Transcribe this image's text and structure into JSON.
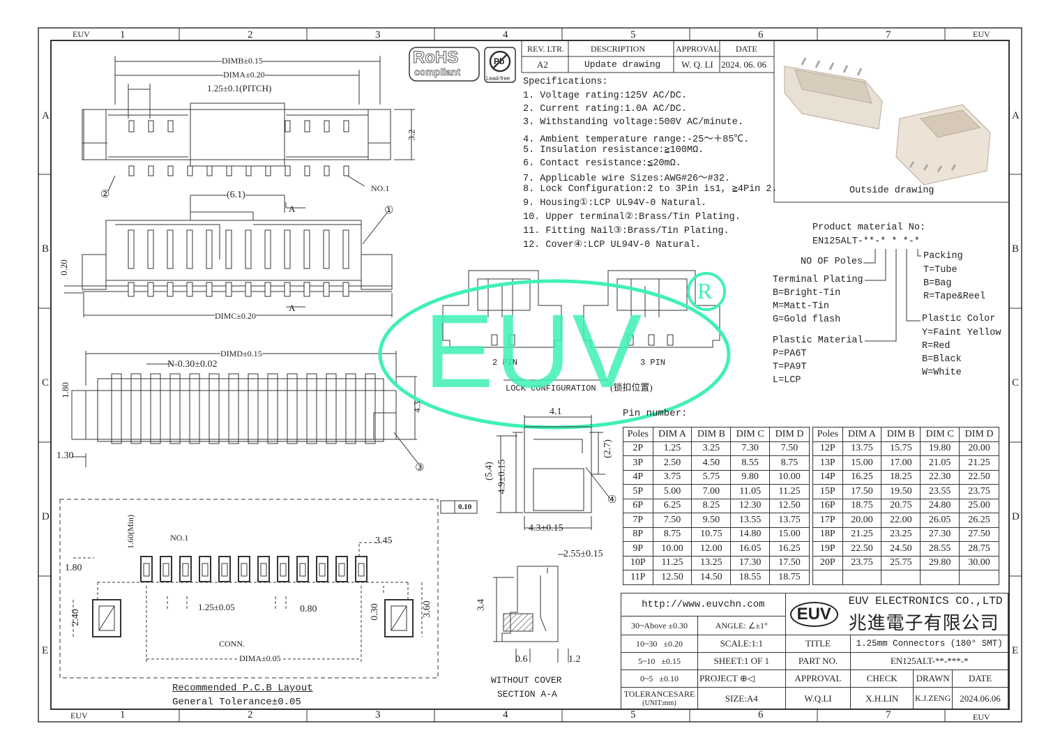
{
  "frame": {
    "brand_corner": "EUV",
    "columns": [
      "1",
      "2",
      "3",
      "4",
      "5",
      "6",
      "7"
    ],
    "rows": [
      "A",
      "B",
      "C",
      "D",
      "E"
    ]
  },
  "badges": {
    "rohs_top": "RoHS",
    "rohs_bottom": "compliant",
    "pb": "Pb",
    "pb_caption": "Lead-free"
  },
  "revision": {
    "headers": [
      "REV. LTR.",
      "DESCRIPTION",
      "APPROVAL",
      "DATE"
    ],
    "row": [
      "A2",
      "Update drawing",
      "W. Q. LI",
      "2024. 06. 06"
    ]
  },
  "specifications": {
    "title": "Specifications:",
    "items": [
      "1. Voltage rating:125V AC/DC.",
      "2. Current rating:1.0A AC/DC.",
      "3. Withstanding voltage:500V AC/minute.",
      "4. Ambient temperature range:-25～＋85℃.",
      "5. Insulation resistance:≧100MΩ.",
      "6. Contact resistance:≦20mΩ.",
      "7. Applicable wire Sizes:AWG#26～#32.",
      "8. Lock Configuration:2 to 3Pin is1, ≧4Pin 2.",
      "9. Housing①:LCP UL94V-0 Natural.",
      "10. Upper terminal②:Brass/Tin Plating.",
      "11. Fitting Nail③:Brass/Tin Plating.",
      "12. Cover④:LCP UL94V-0 Natural."
    ]
  },
  "outside_drawing": {
    "caption": "Outside drawing"
  },
  "product_material": {
    "title": "Product material No:",
    "code": "EN125ALT-**-* * *-*",
    "poles": "NO OF Poles",
    "terminal_plating": {
      "title": "Terminal Plating",
      "options": [
        "B=Bright-Tin",
        "M=Matt-Tin",
        "G=Gold flash"
      ]
    },
    "plastic_material": {
      "title": "Plastic Material",
      "options": [
        "P=PA6T",
        "T=PA9T",
        "L=LCP"
      ]
    },
    "packing": {
      "title": "Packing",
      "options": [
        "T=Tube",
        "B=Bag",
        "R=Tape&Reel"
      ]
    },
    "plastic_color": {
      "title": "Plastic Color",
      "options": [
        "Y=Faint Yellow",
        "R=Red",
        "B=Black",
        "W=White"
      ]
    }
  },
  "dimensions": {
    "dimb": "DIMB±0.15",
    "dima": "DIMA±0.20",
    "pitch": "1.25±0.1(PITCH)",
    "h32": "3.2",
    "no1": "NO.1",
    "c2": "②",
    "w61": "(6.1)",
    "c1": "①",
    "a_top": "A",
    "a_bottom": "A",
    "h020": "0.20",
    "dimc": "DIMC±0.20",
    "dimd": "DIMD±0.15",
    "n030": "N-0.30±0.02",
    "h180": "1.80",
    "h43": "4.3",
    "w130": "1.30",
    "c3": "③",
    "w41": "4.1",
    "h54": "(5.4)",
    "h49": "4.9±0.15",
    "h27": "(2.7)",
    "c4": "④",
    "flat": "0.10",
    "w43": "4.3±0.15",
    "w255": "2.55±0.15",
    "h34": "3.4",
    "w06": "0.6",
    "w12": "1.2",
    "pcb_no1": "NO.1",
    "pcb_160": "1.60(Min)",
    "pcb_345": "3.45",
    "pcb_180": "1.80",
    "pcb_240": "2.40",
    "pcb_125": "1.25±0.05",
    "pcb_080": "0.80",
    "pcb_030": "0.30",
    "pcb_360": "3.60",
    "pcb_conn": "CONN.",
    "pcb_dima": "DIMA±0.05"
  },
  "lock": {
    "pin2": "2 PIN",
    "pin3": "3 PIN",
    "caption": "LOCK CONFIGURATION",
    "caption_cn": "(锁扣位置)"
  },
  "watermark": {
    "text": "EUV",
    "reg": "R",
    "color": "#3ff0b8"
  },
  "section": {
    "line1": "WITHOUT COVER",
    "line2": "SECTION A-A"
  },
  "pcb": {
    "title": "Recommended P.C.B Layout",
    "tolerance": "General Tolerance±0.05"
  },
  "pin_table": {
    "title": "Pin number:",
    "headers": [
      "Poles",
      "DIM A",
      "DIM B",
      "DIM C",
      "DIM D"
    ],
    "left": [
      [
        "2P",
        "1.25",
        "3.25",
        "7.30",
        "7.50"
      ],
      [
        "3P",
        "2.50",
        "4.50",
        "8.55",
        "8.75"
      ],
      [
        "4P",
        "3.75",
        "5.75",
        "9.80",
        "10.00"
      ],
      [
        "5P",
        "5.00",
        "7.00",
        "11.05",
        "11.25"
      ],
      [
        "6P",
        "6.25",
        "8.25",
        "12.30",
        "12.50"
      ],
      [
        "7P",
        "7.50",
        "9.50",
        "13.55",
        "13.75"
      ],
      [
        "8P",
        "8.75",
        "10.75",
        "14.80",
        "15.00"
      ],
      [
        "9P",
        "10.00",
        "12.00",
        "16.05",
        "16.25"
      ],
      [
        "10P",
        "11.25",
        "13.25",
        "17.30",
        "17.50"
      ],
      [
        "11P",
        "12.50",
        "14.50",
        "18.55",
        "18.75"
      ]
    ],
    "right": [
      [
        "12P",
        "13.75",
        "15.75",
        "19.80",
        "20.00"
      ],
      [
        "13P",
        "15.00",
        "17.00",
        "21.05",
        "21.25"
      ],
      [
        "14P",
        "16.25",
        "18.25",
        "22.30",
        "22.50"
      ],
      [
        "15P",
        "17.50",
        "19.50",
        "23.55",
        "23.75"
      ],
      [
        "16P",
        "18.75",
        "20.75",
        "24.80",
        "25.00"
      ],
      [
        "17P",
        "20.00",
        "22.00",
        "26.05",
        "26.25"
      ],
      [
        "18P",
        "21.25",
        "23.25",
        "27.30",
        "27.50"
      ],
      [
        "19P",
        "22.50",
        "24.50",
        "28.55",
        "28.75"
      ],
      [
        "20P",
        "23.75",
        "25.75",
        "29.80",
        "30.00"
      ]
    ]
  },
  "title_block": {
    "url": "http://www.euvchn.com",
    "logo": "EUV",
    "company_en": "EUV ELECTRONICS CO.,LTD",
    "company_cn": "兆進電子有限公司",
    "tol_30": "30~Above ±0.30",
    "tol_10": "10~30   ±0.20",
    "tol_5": "5~10   ±0.15",
    "tol_0": "0~5   ±0.10",
    "tolerances": "TOLERANCESARE",
    "unit": "(UNIT:mm)",
    "angle": "ANGLE: ∠±1°",
    "scale": "SCALE:1:1",
    "sheet": "SHEET:1 OF 1",
    "project": "PROJECT",
    "size": "SIZE:A4",
    "title_label": "TITLE",
    "title_value": "1.25mm Connectors (180° SMT)",
    "part_label": "PART NO.",
    "part_value": "EN125ALT-**-***-*",
    "approval": "APPROVAL",
    "check": "CHECK",
    "drawn": "DRAWN",
    "date": "DATE",
    "approval_name": "W.Q.LI",
    "check_name": "X.H.LIN",
    "drawn_name": "K.J.ZENG",
    "date_value": "2024.06.06"
  }
}
